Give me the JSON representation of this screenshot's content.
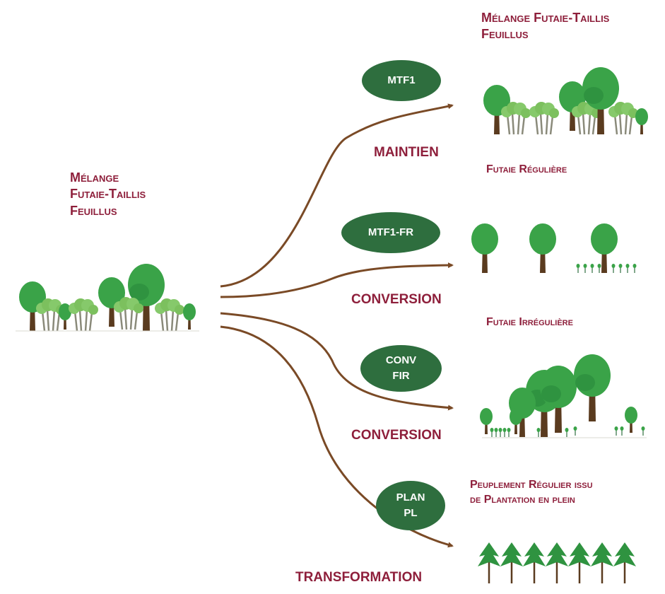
{
  "source_stand": {
    "line1": "Mélange",
    "line2": "Futaie-Taillis",
    "line3": "Feuillus"
  },
  "branches": [
    {
      "code_lines": [
        "MTF1"
      ],
      "action": "MAINTIEN",
      "target_lines": [
        "Mélange Futaie-Taillis",
        "Feuillus"
      ]
    },
    {
      "code_lines": [
        "MTF1-FR"
      ],
      "action": "CONVERSION",
      "target_lines": [
        "Futaie Régulière"
      ]
    },
    {
      "code_lines": [
        "CONV",
        "FIR"
      ],
      "action": "CONVERSION",
      "target_lines": [
        "Futaie Irrégulière"
      ]
    },
    {
      "code_lines": [
        "PLAN",
        "PL"
      ],
      "action": "TRANSFORMATION",
      "target_lines": [
        "Peuplement Régulier issu",
        "de Plantation en plein"
      ]
    }
  ],
  "colors": {
    "label_text": "#8e1f3b",
    "pill_fill": "#2e6e3e",
    "arrow": "#7a4a26",
    "foliage": "#3aa348",
    "foliage_light": "#86c96b",
    "trunk": "#5a3b1f"
  },
  "icons": [
    "tree-icon",
    "arrow-icon"
  ]
}
